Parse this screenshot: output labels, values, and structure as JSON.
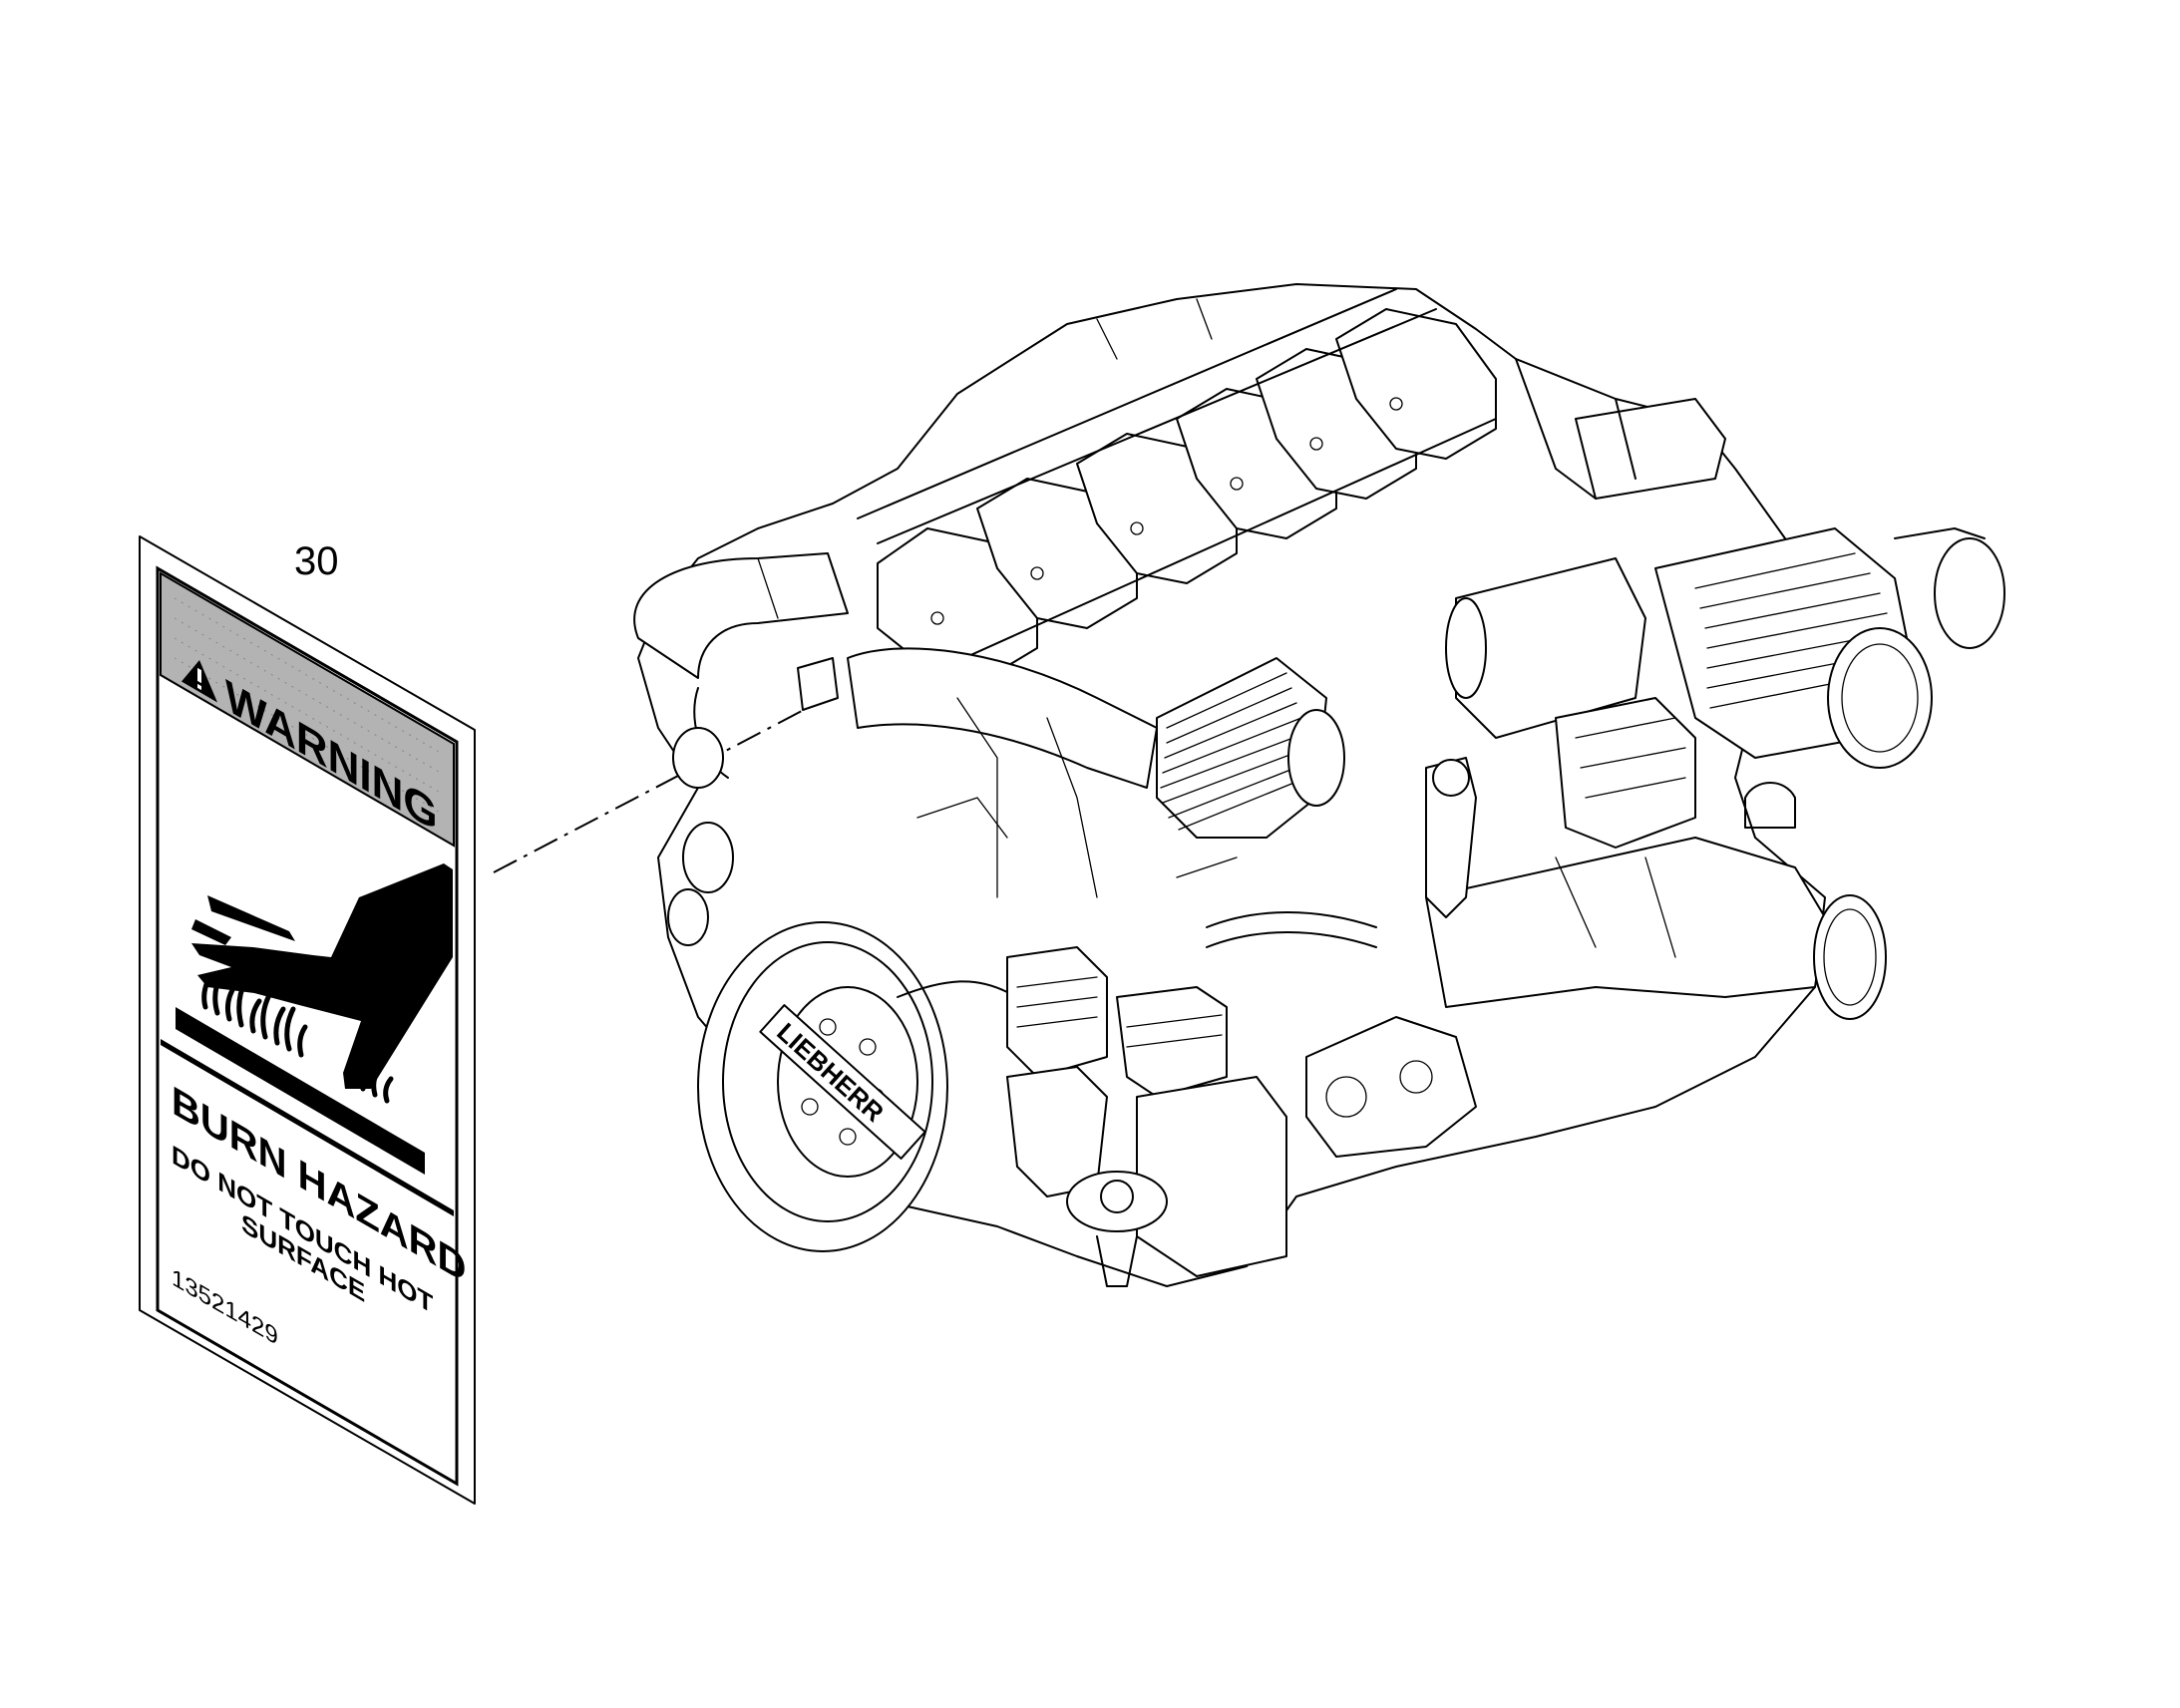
{
  "callout": {
    "item_number": "30"
  },
  "decal": {
    "header": "WARNING",
    "hazard_title": "BURN HAZARD",
    "instruction_line1": "DO NOT TOUCH HOT",
    "instruction_line2": "SURFACE",
    "part_number": "13521429",
    "header_color": "#b3b3b3",
    "icons": [
      "warning-triangle-icon",
      "hand-burn-icon"
    ]
  },
  "engine": {
    "brand_mark": "LIEBHERR"
  }
}
